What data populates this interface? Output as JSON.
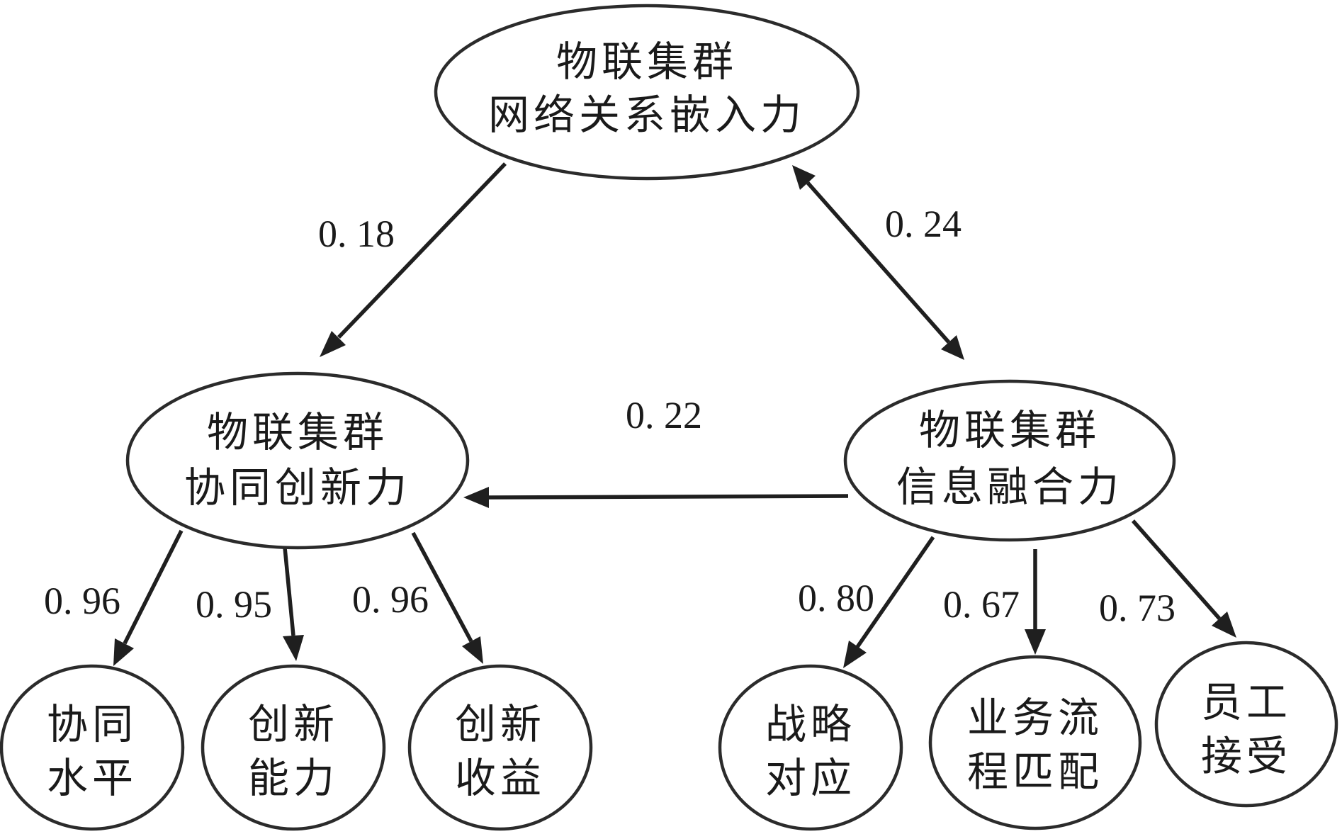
{
  "nodes": {
    "root": {
      "lines": [
        "物联集群",
        "网络关系嵌入力"
      ]
    },
    "innovation": {
      "lines": [
        "物联集群",
        "协同创新力"
      ]
    },
    "fusion": {
      "lines": [
        "物联集群",
        "信息融合力"
      ]
    },
    "ind1": {
      "lines": [
        "协同",
        "水平"
      ]
    },
    "ind2": {
      "lines": [
        "创新",
        "能力"
      ]
    },
    "ind3": {
      "lines": [
        "创新",
        "收益"
      ]
    },
    "ind4": {
      "lines": [
        "战略",
        "对应"
      ]
    },
    "ind5": {
      "lines": [
        "业务流",
        "程匹配"
      ]
    },
    "ind6": {
      "lines": [
        "员工",
        "接受"
      ]
    }
  },
  "edges": {
    "root_to_innovation": {
      "label": "0. 18"
    },
    "root_fusion_bidirect": {
      "label": "0. 24"
    },
    "fusion_to_innovation": {
      "label": "0. 22"
    },
    "innovation_to_ind1": {
      "label": "0. 96"
    },
    "innovation_to_ind2": {
      "label": "0. 95"
    },
    "innovation_to_ind3": {
      "label": "0. 96"
    },
    "fusion_to_ind4": {
      "label": "0. 80"
    },
    "fusion_to_ind5": {
      "label": "0. 67"
    },
    "fusion_to_ind6": {
      "label": "0. 73"
    }
  },
  "colors": {
    "stroke": "#2b2b2b",
    "text": "#1a1a1a",
    "background": "#ffffff"
  }
}
